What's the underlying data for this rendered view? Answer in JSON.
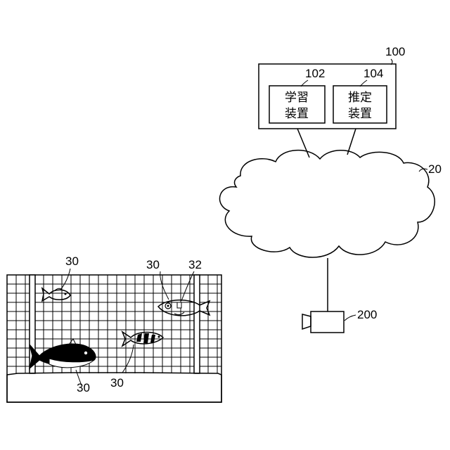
{
  "system": {
    "ref": "100"
  },
  "learning_device": {
    "ref": "102",
    "line1": "学習",
    "line2": "装置"
  },
  "estimation_device": {
    "ref": "104",
    "line1": "推定",
    "line2": "装置"
  },
  "network": {
    "ref": "20"
  },
  "camera": {
    "ref": "200"
  },
  "fish_refs": {
    "small_fish": "30",
    "top_right_fish": "30",
    "marker": "32",
    "tuna": "30",
    "middle_fish": "30"
  },
  "colors": {
    "line": "#000000",
    "background": "#ffffff"
  }
}
